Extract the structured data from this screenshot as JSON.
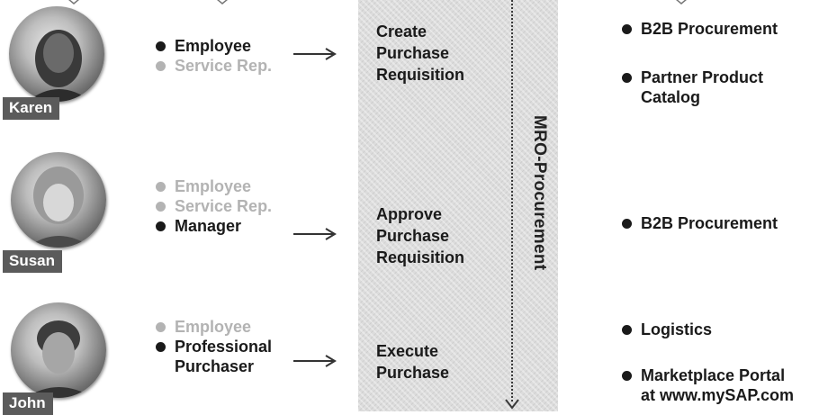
{
  "personas": [
    {
      "name": "Karen",
      "roles": [
        {
          "label": "Employee",
          "active": true
        },
        {
          "label": "Service Rep.",
          "active": false
        }
      ]
    },
    {
      "name": "Susan",
      "roles": [
        {
          "label": "Employee",
          "active": false
        },
        {
          "label": "Service Rep.",
          "active": false
        },
        {
          "label": "Manager",
          "active": true
        }
      ]
    },
    {
      "name": "John",
      "roles": [
        {
          "label": "Employee",
          "active": false
        },
        {
          "label": "Professional",
          "label2": "Purchaser",
          "active": true
        }
      ]
    }
  ],
  "steps": [
    {
      "line1": "Create",
      "line2": "Purchase",
      "line3": "Requisition"
    },
    {
      "line1": "Approve",
      "line2": "Purchase",
      "line3": "Requisition"
    },
    {
      "line1": "Execute",
      "line2": "Purchase"
    }
  ],
  "process_label": "MRO-Procurement",
  "components": [
    {
      "label": "B2B Procurement"
    },
    {
      "label": "Partner Product",
      "label2": "Catalog"
    },
    {
      "label": "B2B Procurement"
    },
    {
      "label": "Logistics"
    },
    {
      "label": "Marketplace Portal",
      "label2": "at www.mySAP.com"
    }
  ],
  "colors": {
    "active_text": "#1a1a1a",
    "inactive_text": "#b3b3b3",
    "name_tag_bg": "#5b5b5b",
    "band_bg": "#dcdcdc"
  }
}
